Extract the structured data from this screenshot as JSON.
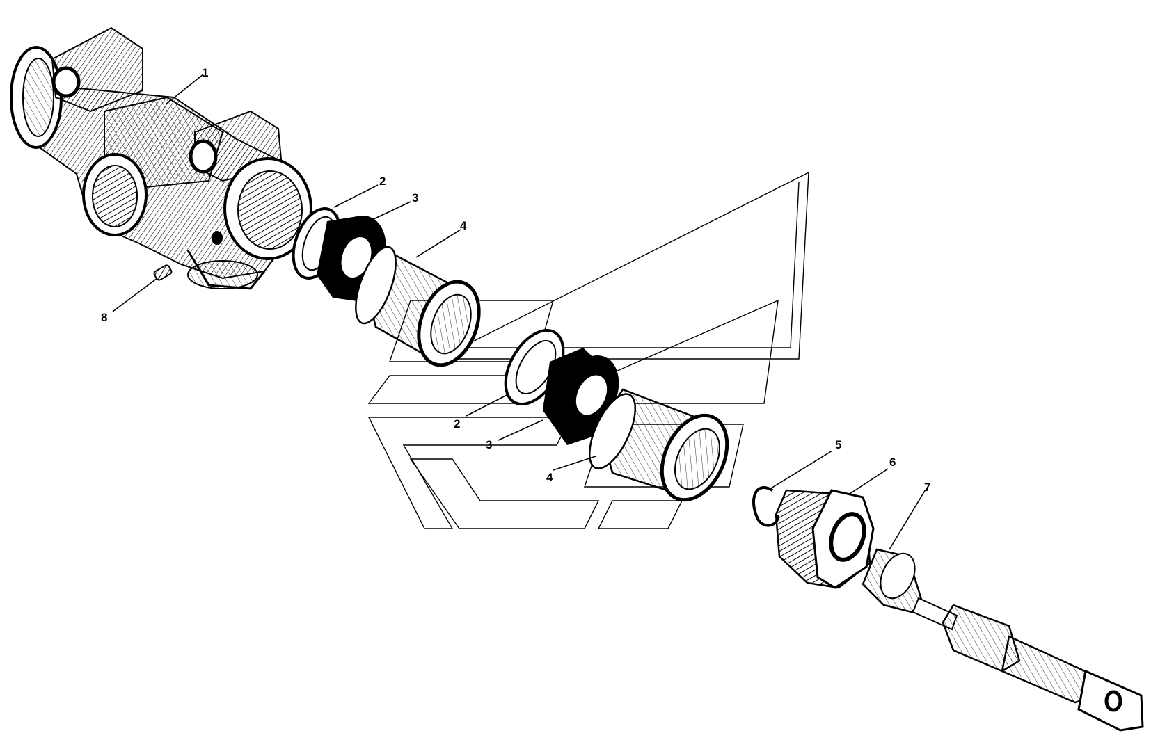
{
  "labels": [
    {
      "id": "p1",
      "text": "1"
    },
    {
      "id": "p2a",
      "text": "2"
    },
    {
      "id": "p3a",
      "text": "3"
    },
    {
      "id": "p4a",
      "text": "4"
    },
    {
      "id": "p2b",
      "text": "2"
    },
    {
      "id": "p3b",
      "text": "3"
    },
    {
      "id": "p4b",
      "text": "4"
    },
    {
      "id": "p5",
      "text": "5"
    },
    {
      "id": "p6",
      "text": "6"
    },
    {
      "id": "p7",
      "text": "7"
    },
    {
      "id": "p8",
      "text": "8"
    }
  ],
  "colors": {
    "ink": "#000000",
    "background": "#ffffff"
  }
}
